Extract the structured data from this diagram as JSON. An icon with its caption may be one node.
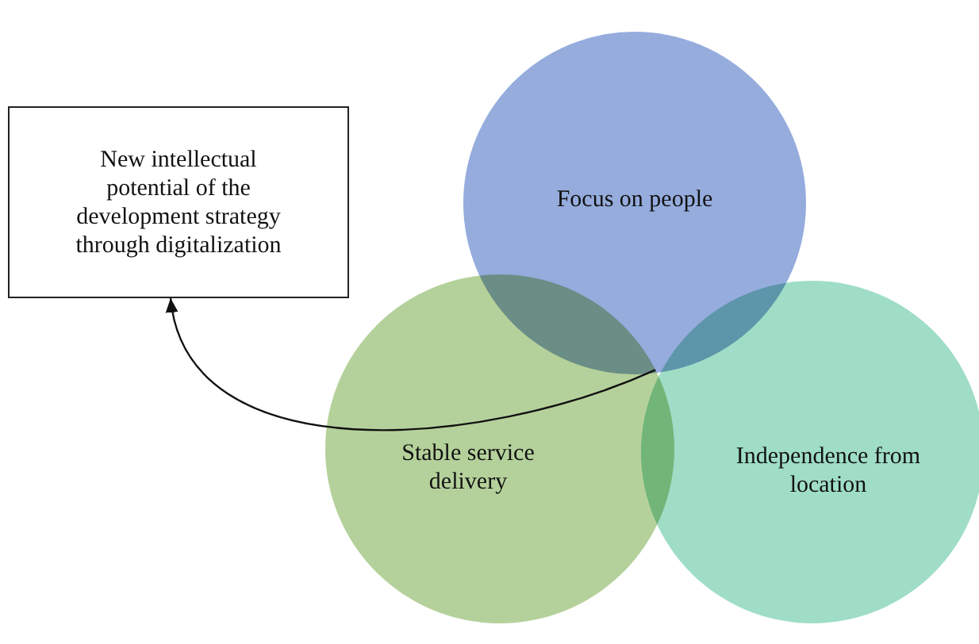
{
  "diagram": {
    "nodes": [
      {
        "text": [
          "New intellectual potential of the development strategy through digitalization"
        ]
      },
      {
        "text": [
          "Focus on people"
        ]
      },
      {
        "text": [
          "Stable service delivery"
        ]
      },
      {
        "text": [
          "Independence from location"
        ]
      }
    ],
    "edges": [
      {
        "from": 2,
        "to": 0,
        "arrow": "to"
      }
    ]
  }
}
